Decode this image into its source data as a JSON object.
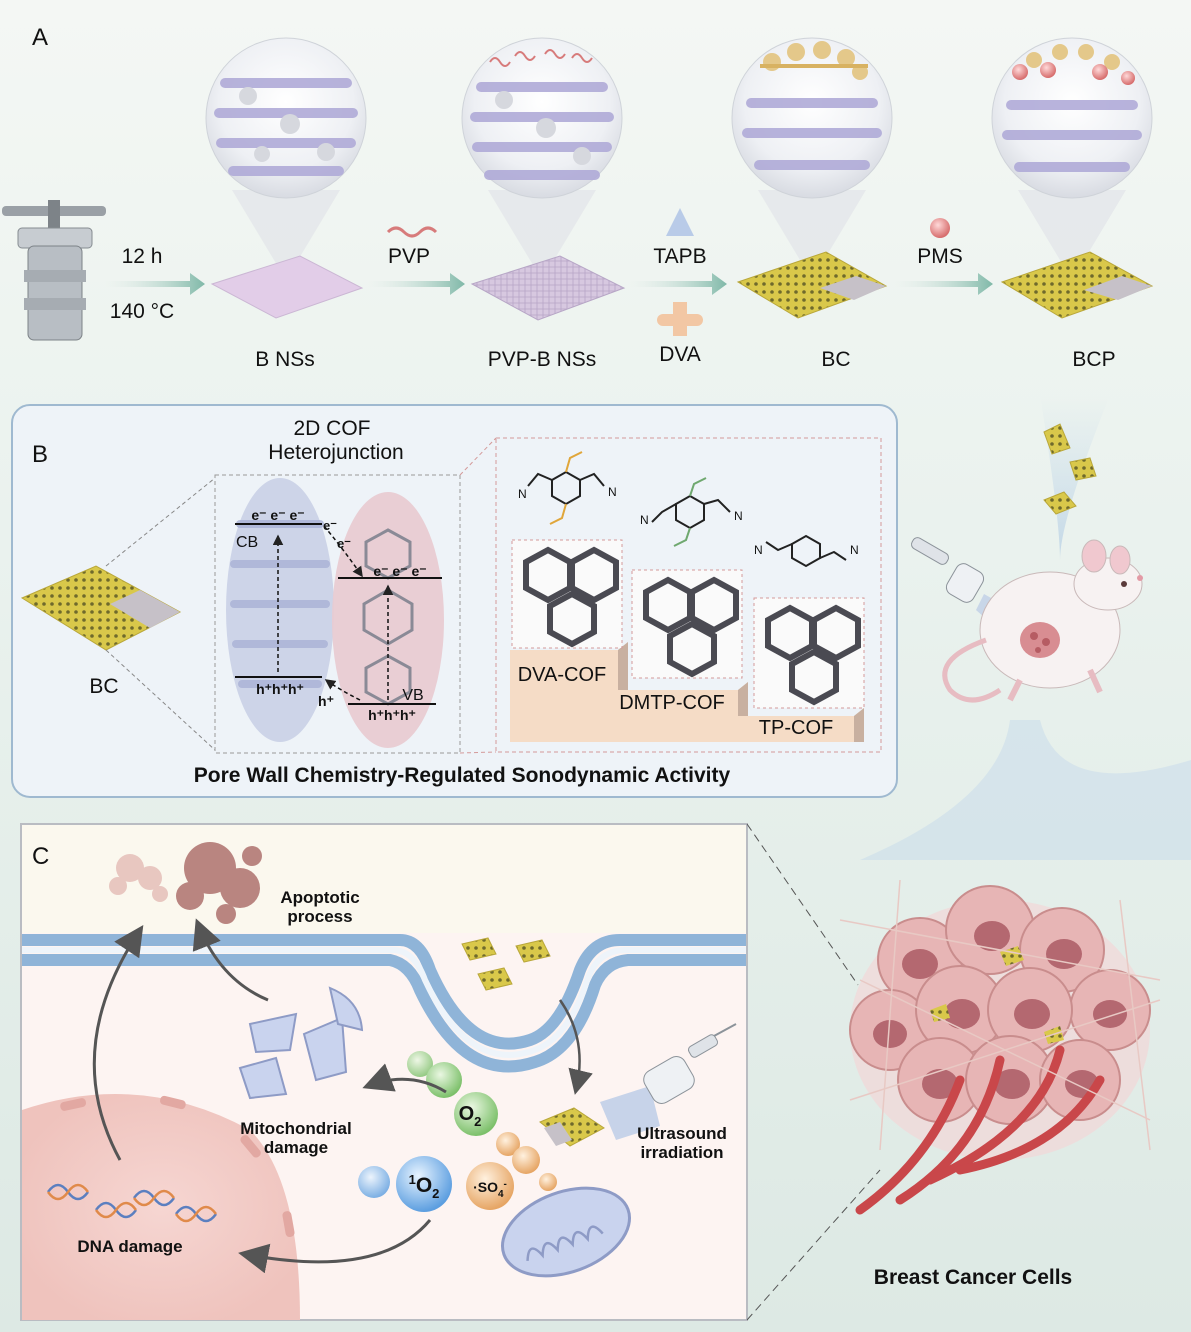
{
  "panel_a": {
    "label": "A",
    "step1_time": "12 h",
    "step1_temp": "140 °C",
    "reagent_pvp": "PVP",
    "reagent_tapb": "TAPB",
    "reagent_dva": "DVA",
    "reagent_pms": "PMS",
    "product_bnss": "B NSs",
    "product_pvp_bnss": "PVP-B NSs",
    "product_bc": "BC",
    "product_bcp": "BCP"
  },
  "panel_b": {
    "label": "B",
    "title_line1": "2D COF",
    "title_line2": "Heterojunction",
    "sheet_label": "BC",
    "cb_label": "CB",
    "vb_label": "VB",
    "electrons_left": "e⁻ e⁻ e⁻",
    "electron_single": "e⁻",
    "electron_single_2": "e⁻",
    "electrons_right": "e⁻ e⁻ e⁻",
    "holes_left": "h⁺h⁺h⁺",
    "hole_single": "h⁺",
    "holes_right": "h⁺h⁺h⁺",
    "n_label": "N",
    "cof_1": "DVA-COF",
    "cof_2": "DMTP-COF",
    "cof_3": "TP-COF",
    "caption": "Pore Wall Chemistry-Regulated Sonodynamic Activity"
  },
  "panel_c": {
    "label": "C",
    "apoptotic_line1": "Apoptotic",
    "apoptotic_line2": "process",
    "mito_line1": "Mitochondrial",
    "mito_line2": "damage",
    "dna": "DNA damage",
    "o2": "O",
    "o2_sub": "2",
    "singlet_sup": "1",
    "singlet": "O",
    "singlet_sub": "2",
    "so4": "·SO",
    "so4_sub": "4",
    "so4_sup": "-",
    "us_line1": "Ultrasound",
    "us_line2": "irradiation"
  },
  "right": {
    "cells_label": "Breast Cancer Cells"
  },
  "colors": {
    "cof_yellow": "#d9c84a",
    "boron_purple": "#9a96cc",
    "membrane_blue": "#8fb4d8",
    "tumor_pink": "#d79a9a",
    "vessel_red": "#c9474a",
    "panel_b_border": "#9fb9d0"
  }
}
